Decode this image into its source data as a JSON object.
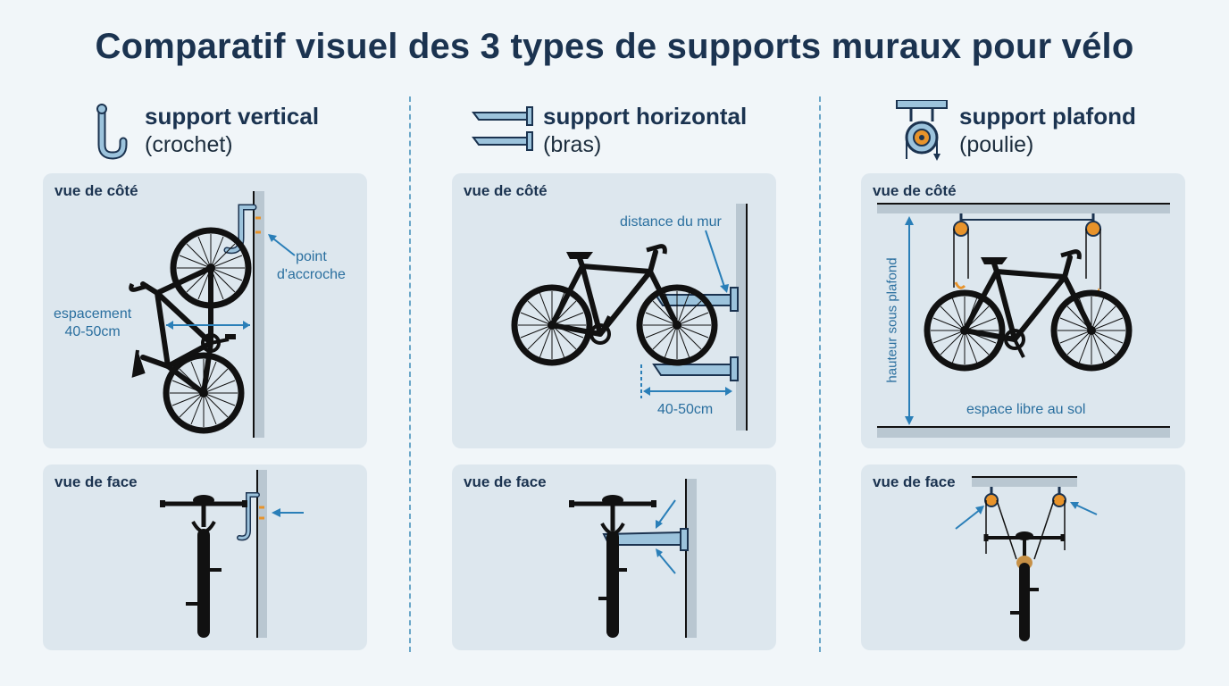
{
  "title": "Comparatif visuel des 3 types de supports muraux pour vélo",
  "colors": {
    "accent": "#2a7fb8",
    "annotation": "#2a6f9f",
    "orange": "#e8932a",
    "panel": "#dde7ee",
    "wall": "#b9c7d1",
    "bike": "#111111"
  },
  "columns": [
    {
      "name": "support vertical",
      "subtitle": "(crochet)",
      "icon": "hook-icon",
      "side_label": "vue de côté",
      "front_label": "vue de face",
      "annotations": {
        "point": "point\nd'accroche",
        "spacing": "espacement\n40-50cm"
      }
    },
    {
      "name": "support horizontal",
      "subtitle": "(bras)",
      "icon": "arms-icon",
      "side_label": "vue de côté",
      "front_label": "vue de face",
      "annotations": {
        "distance": "distance du mur",
        "measure": "40-50cm"
      }
    },
    {
      "name": "support plafond",
      "subtitle": "(poulie)",
      "icon": "pulley-icon",
      "side_label": "vue de côté",
      "front_label": "vue de face",
      "annotations": {
        "height": "hauteur sous plafond",
        "floor": "espace libre au sol"
      }
    }
  ]
}
